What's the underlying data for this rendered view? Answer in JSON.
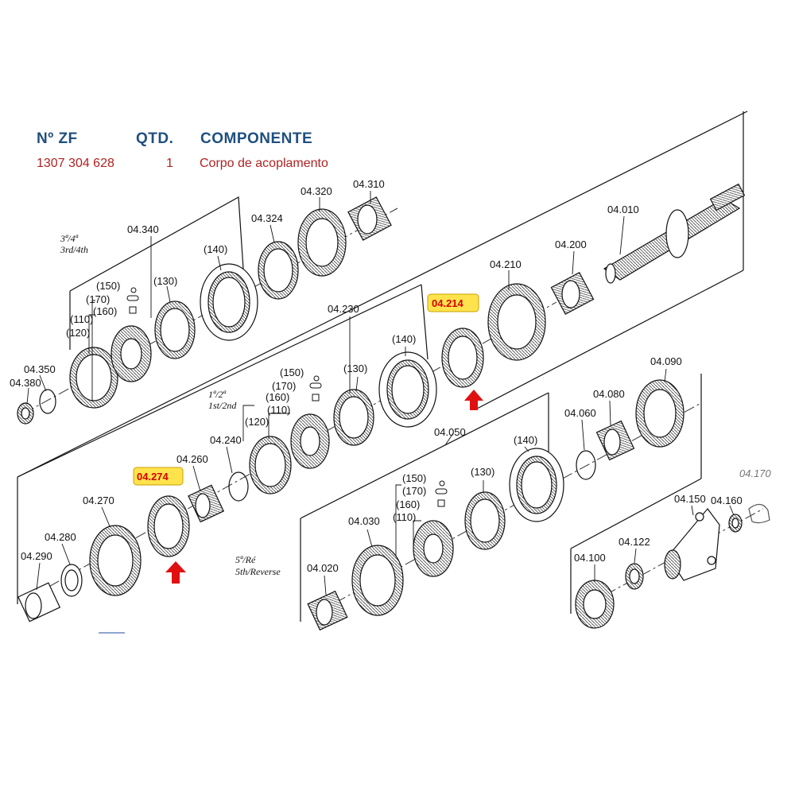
{
  "header": {
    "col_zf": "Nº ZF",
    "col_qty": "QTD.",
    "col_component": "COMPONENTE"
  },
  "part_row": {
    "zf_number": "1307 304 628",
    "qty": "1",
    "component": "Corpo de acoplamento"
  },
  "colors": {
    "header_blue": "#1f4f7f",
    "row_red": "#b22222",
    "highlight_yellow": "#ffe34d",
    "arrow_red": "#e01010"
  },
  "diagram": {
    "group_3_4": {
      "line1": "3ª/4ª",
      "line2": "3rd/4th"
    },
    "group_1_2": {
      "line1": "1ª/2ª",
      "line2": "1st/2nd"
    },
    "group_5_r": {
      "line1": "5ª/Ré",
      "line2": "5th/Reverse"
    },
    "labels": [
      {
        "id": "04.010",
        "text": "04.010"
      },
      {
        "id": "04.200",
        "text": "04.200"
      },
      {
        "id": "04.210",
        "text": "04.210"
      },
      {
        "id": "04.310",
        "text": "04.310"
      },
      {
        "id": "04.320",
        "text": "04.320"
      },
      {
        "id": "04.324",
        "text": "04.324"
      },
      {
        "id": "04.340",
        "text": "04.340"
      },
      {
        "id": "04.350",
        "text": "04.350"
      },
      {
        "id": "04.380",
        "text": "04.380"
      },
      {
        "id": "04.230",
        "text": "04.230"
      },
      {
        "id": "04.240",
        "text": "04.240"
      },
      {
        "id": "04.260",
        "text": "04.260"
      },
      {
        "id": "04.270",
        "text": "04.270"
      },
      {
        "id": "04.280",
        "text": "04.280"
      },
      {
        "id": "04.290",
        "text": "04.290"
      },
      {
        "id": "04.090",
        "text": "04.090"
      },
      {
        "id": "04.080",
        "text": "04.080"
      },
      {
        "id": "04.060",
        "text": "04.060"
      },
      {
        "id": "04.050",
        "text": "04.050"
      },
      {
        "id": "04.030",
        "text": "04.030"
      },
      {
        "id": "04.020",
        "text": "04.020"
      },
      {
        "id": "04.150",
        "text": "04.150"
      },
      {
        "id": "04.160",
        "text": "04.160"
      },
      {
        "id": "04.170",
        "text": "04.170"
      },
      {
        "id": "04.122",
        "text": "04.122"
      },
      {
        "id": "04.100",
        "text": "04.100"
      },
      {
        "id": "140a",
        "text": "(140)"
      },
      {
        "id": "130a",
        "text": "(130)"
      },
      {
        "id": "150a",
        "text": "(150)"
      },
      {
        "id": "170a",
        "text": "(170)"
      },
      {
        "id": "160a",
        "text": "(160)"
      },
      {
        "id": "110a",
        "text": "(110)"
      },
      {
        "id": "120a",
        "text": "(120)"
      },
      {
        "id": "140b",
        "text": "(140)"
      },
      {
        "id": "130b",
        "text": "(130)"
      },
      {
        "id": "150b",
        "text": "(150)"
      },
      {
        "id": "170b",
        "text": "(170)"
      },
      {
        "id": "160b",
        "text": "(160)"
      },
      {
        "id": "110b",
        "text": "(110)"
      },
      {
        "id": "120b",
        "text": "(120)"
      },
      {
        "id": "140c",
        "text": "(140)"
      },
      {
        "id": "130c",
        "text": "(130)"
      },
      {
        "id": "150c",
        "text": "(150)"
      },
      {
        "id": "170c",
        "text": "(170)"
      },
      {
        "id": "160c",
        "text": "(160)"
      },
      {
        "id": "110c",
        "text": "(110)"
      }
    ],
    "highlighted": [
      {
        "id": "04.214",
        "text": "04.214"
      },
      {
        "id": "04.274",
        "text": "04.274"
      }
    ]
  }
}
